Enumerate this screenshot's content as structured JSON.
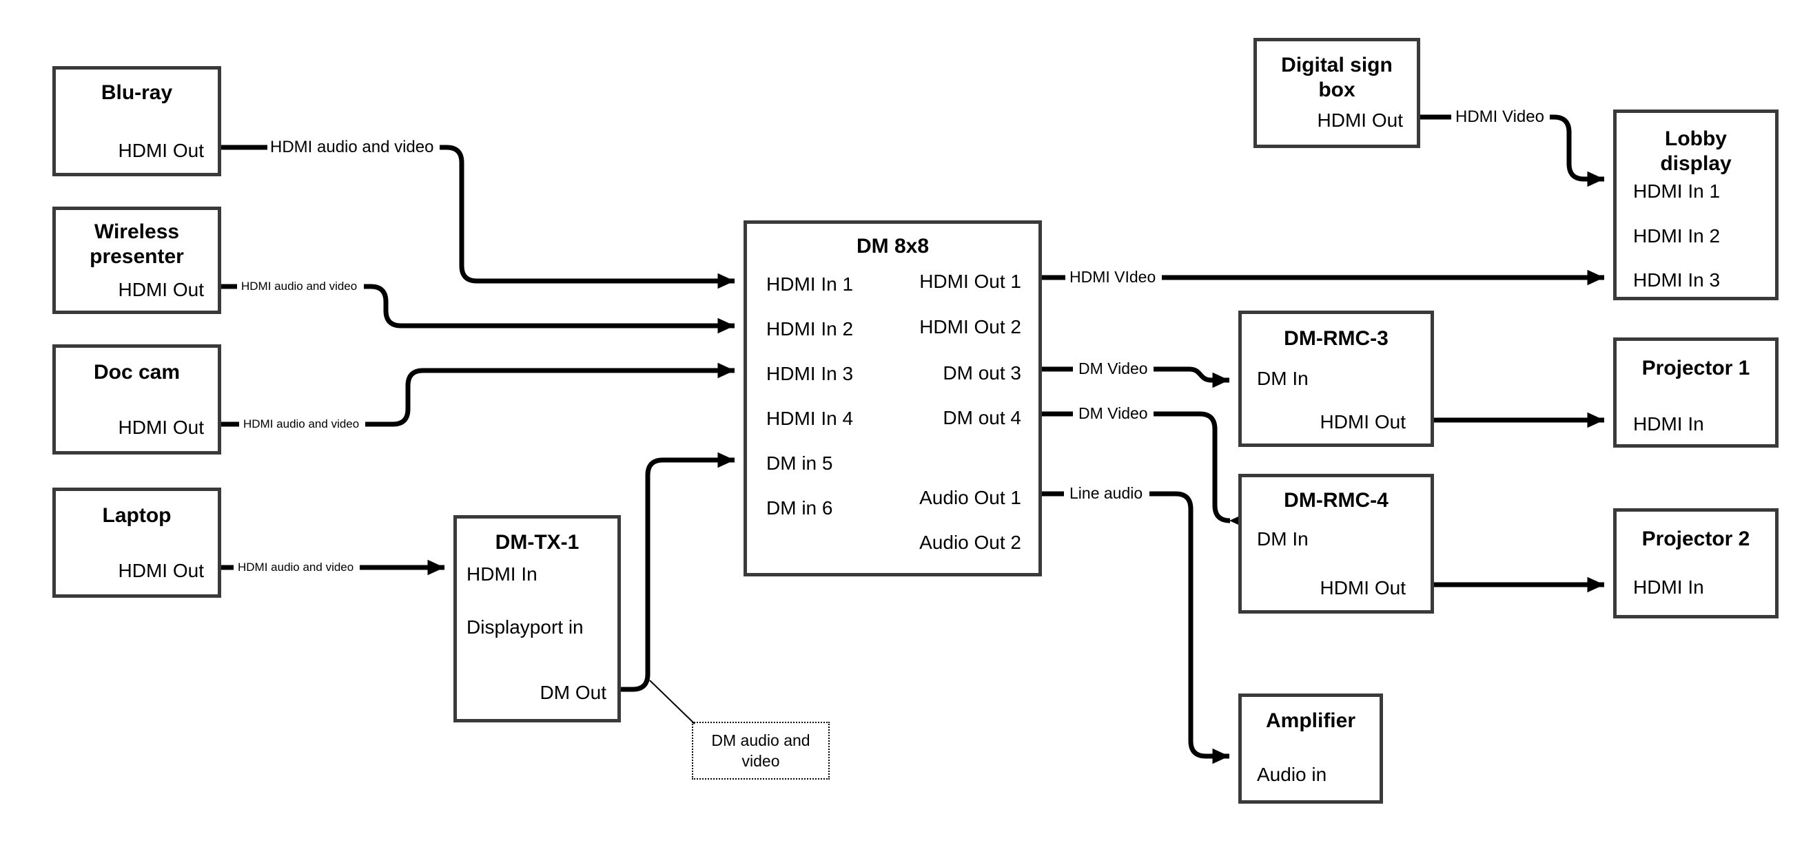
{
  "diagram": {
    "background": "#ffffff",
    "wire_color": "#000000",
    "box_border_color": "#3a3a3a"
  },
  "nodes": {
    "bluray": {
      "title": "Blu-ray",
      "hdmi_out": "HDMI Out"
    },
    "wireless_presenter": {
      "title": "Wireless presenter",
      "hdmi_out": "HDMI Out"
    },
    "doc_cam": {
      "title": "Doc cam",
      "hdmi_out": "HDMI Out"
    },
    "laptop": {
      "title": "Laptop",
      "hdmi_out": "HDMI Out"
    },
    "dm_tx_1": {
      "title": "DM-TX-1",
      "hdmi_in": "HDMI In",
      "displayport_in": "Displayport in",
      "dm_out": "DM Out"
    },
    "dm_8x8": {
      "title": "DM 8x8",
      "hdmi_in_1": "HDMI In 1",
      "hdmi_in_2": "HDMI In 2",
      "hdmi_in_3": "HDMI In 3",
      "hdmi_in_4": "HDMI In 4",
      "dm_in_5": "DM in 5",
      "dm_in_6": "DM in 6",
      "hdmi_out_1": "HDMI Out 1",
      "hdmi_out_2": "HDMI Out 2",
      "dm_out_3": "DM out 3",
      "dm_out_4": "DM out 4",
      "audio_out_1": "Audio Out 1",
      "audio_out_2": "Audio Out 2"
    },
    "digital_sign_box": {
      "title": "Digital sign box",
      "hdmi_out": "HDMI Out"
    },
    "lobby_display": {
      "title": "Lobby display",
      "hdmi_in_1": "HDMI In 1",
      "hdmi_in_2": "HDMI In 2",
      "hdmi_in_3": "HDMI In 3"
    },
    "dm_rmc_3": {
      "title": "DM-RMC-3",
      "dm_in": "DM In",
      "hdmi_out": "HDMI Out"
    },
    "projector_1": {
      "title": "Projector 1",
      "hdmi_in": "HDMI In"
    },
    "dm_rmc_4": {
      "title": "DM-RMC-4",
      "dm_in": "DM In",
      "hdmi_out": "HDMI Out"
    },
    "projector_2": {
      "title": "Projector 2",
      "hdmi_in": "HDMI In"
    },
    "amplifier": {
      "title": "Amplifier",
      "audio_in": "Audio in"
    }
  },
  "wire_labels": {
    "bluray_to_dm8x8": "HDMI audio and video",
    "wireless_to_dm8x8": "HDMI audio and video",
    "doccam_to_dm8x8": "HDMI audio and video",
    "laptop_to_dmtx1": "HDMI audio and video",
    "sign_to_lobby": "HDMI Video",
    "dm8x8_to_lobby": "HDMI VIdeo",
    "dm8x8_to_rmc3": "DM Video",
    "dm8x8_to_rmc4": "DM Video",
    "dm8x8_to_amp": "Line audio",
    "callout": "DM audio and video"
  }
}
